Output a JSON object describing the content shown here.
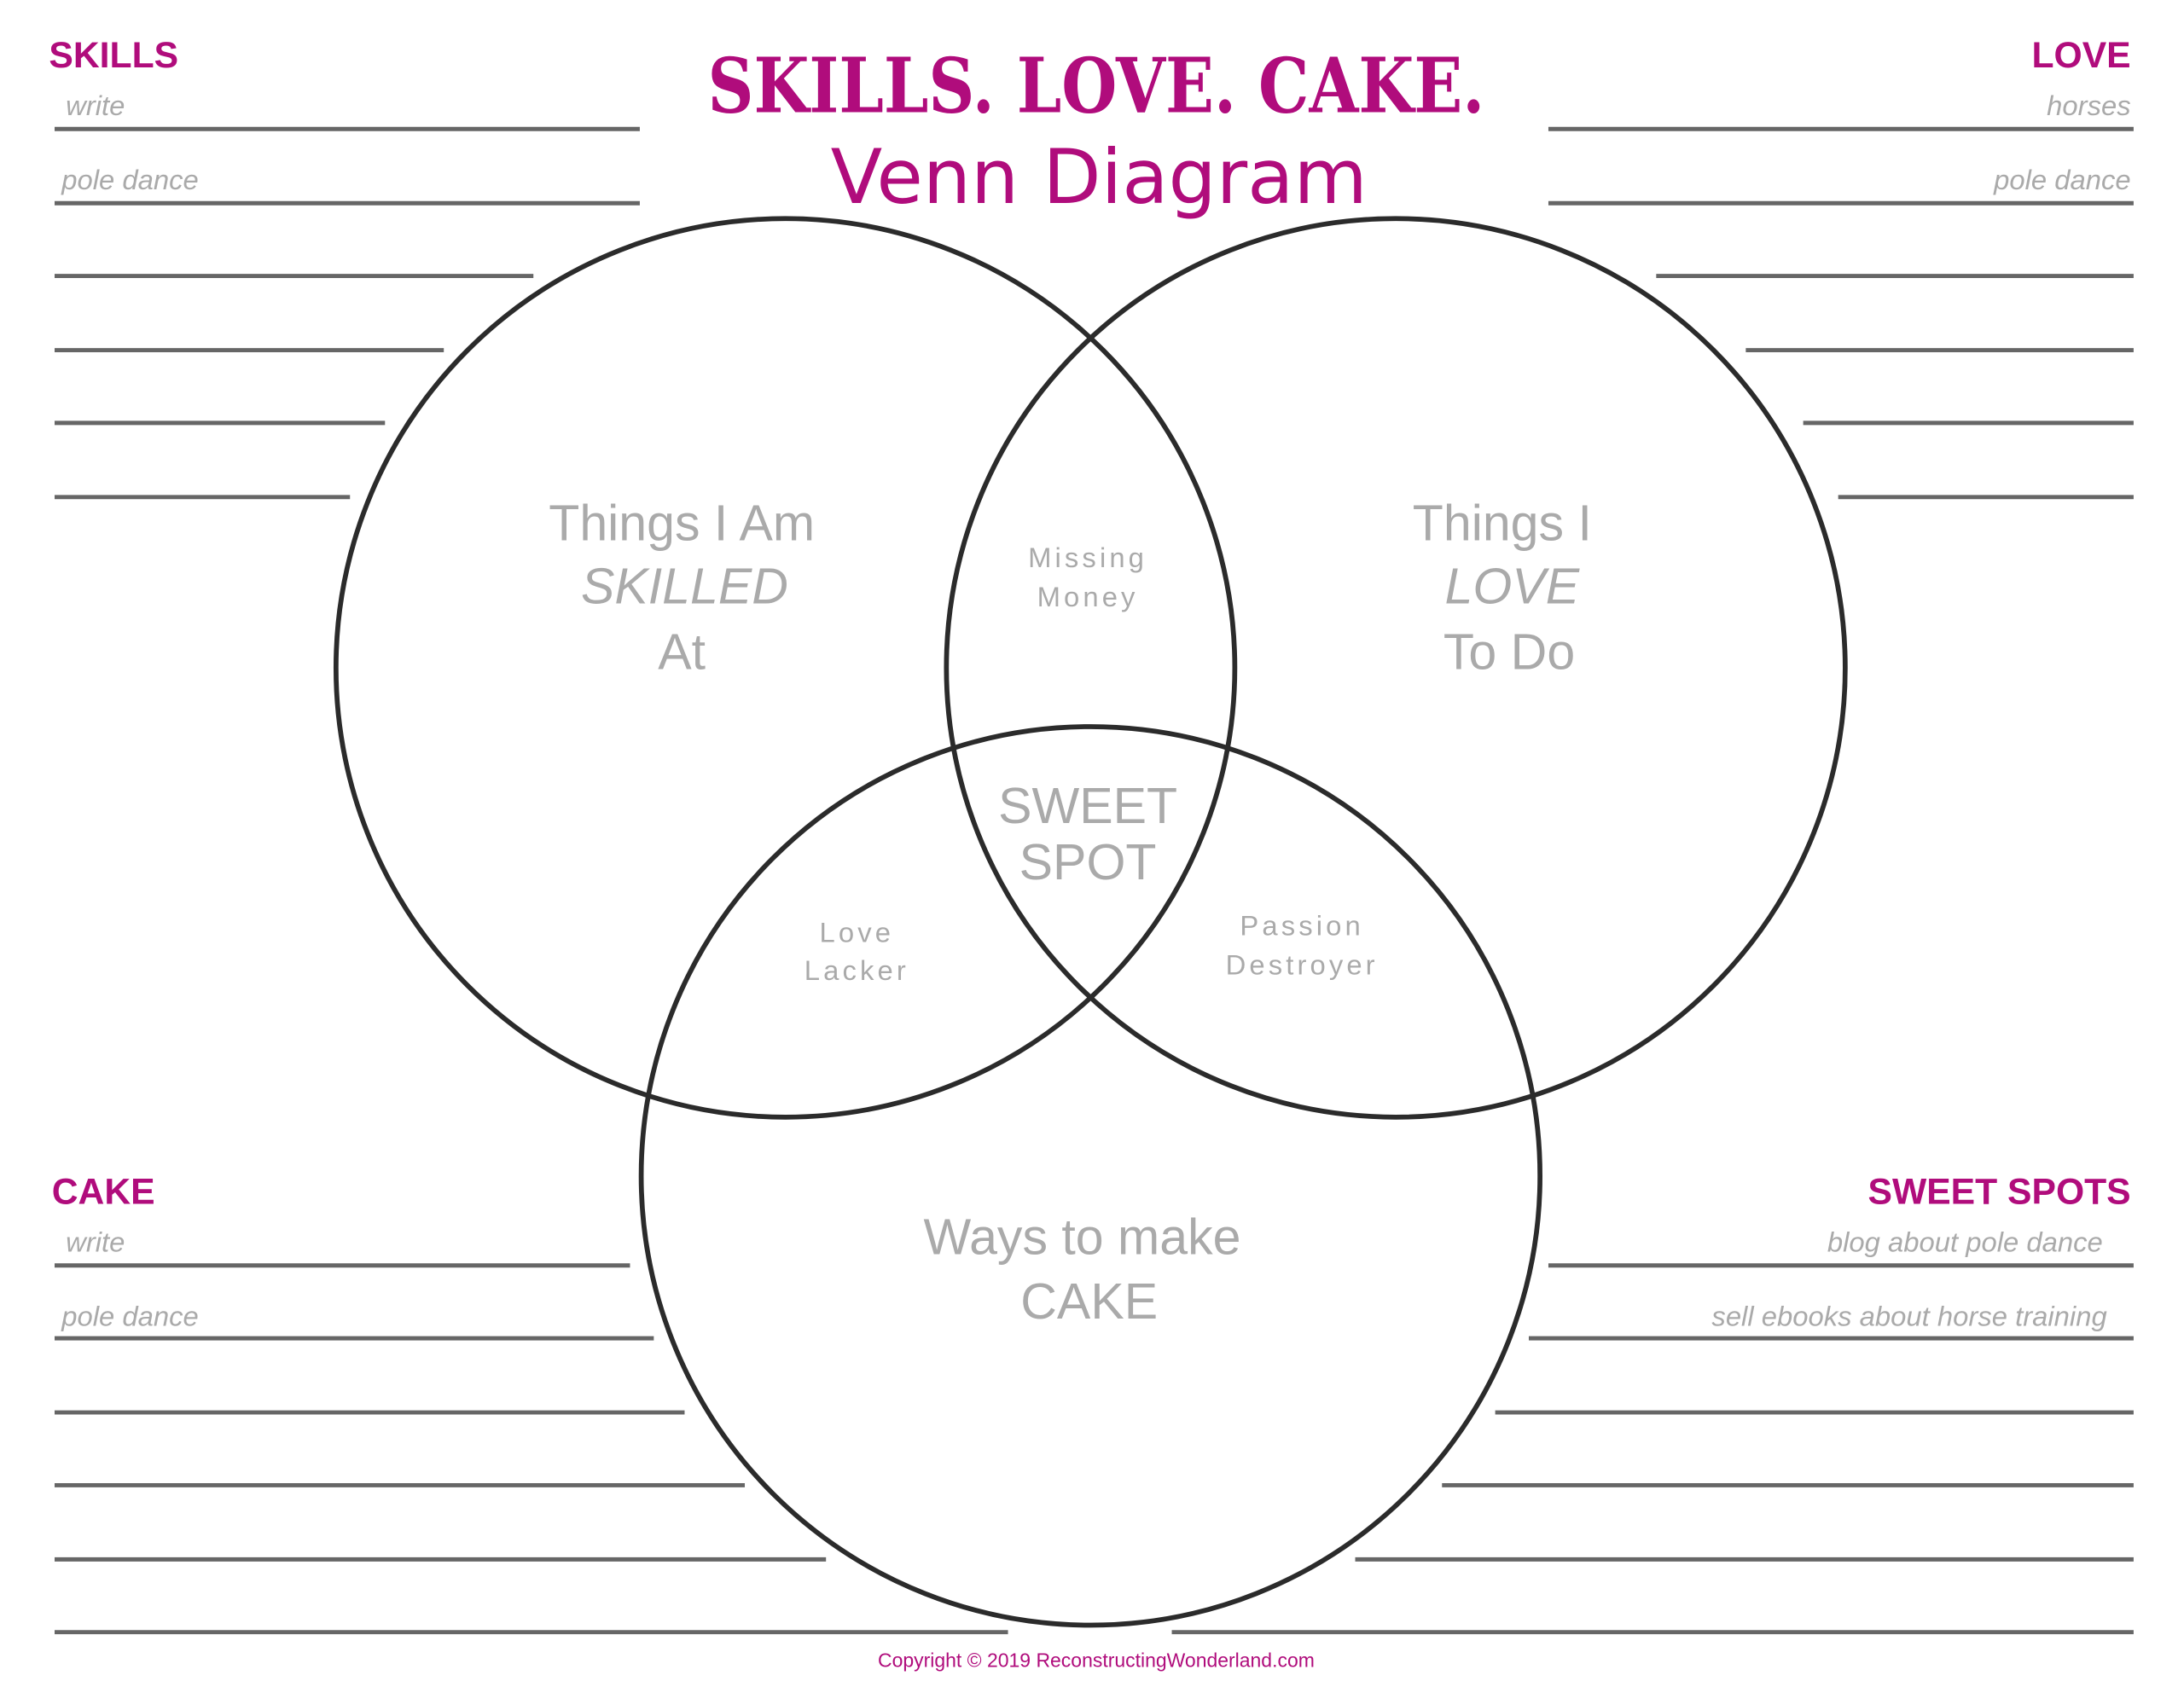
{
  "colors": {
    "accent": "#b00c7c",
    "label_gray": "#aaaaaa",
    "line_gray": "#666666",
    "circle": "#2b2b2b"
  },
  "title": {
    "main": "SKILLS. LOVE. CAKE.",
    "subtitle": "Venn Diagram"
  },
  "lists": {
    "skills": {
      "heading": "SKILLS",
      "entries": [
        "write",
        "pole dance"
      ]
    },
    "love": {
      "heading": "LOVE",
      "entries": [
        "horses",
        "pole dance"
      ]
    },
    "cake": {
      "heading": "CAKE",
      "entries": [
        "write",
        "pole dance"
      ]
    },
    "sweet_spots": {
      "heading": "SWEET SPOTS",
      "entries": [
        "blog about pole dance",
        "sell ebooks about horse training"
      ]
    }
  },
  "venn": {
    "skills": [
      "Things I Am",
      "SKILLED",
      "At"
    ],
    "love": [
      "Things I",
      "LOVE",
      "To Do"
    ],
    "cake": [
      "Ways to make",
      "CAKE"
    ],
    "skills_love": [
      "Missing",
      "Money"
    ],
    "skills_cake": [
      "Love",
      "Lacker"
    ],
    "love_cake": [
      "Passion",
      "Destroyer"
    ],
    "center": [
      "SWEET",
      "SPOT"
    ]
  },
  "copyright": "Copyright © 2019 ReconstructingWonderland.com"
}
